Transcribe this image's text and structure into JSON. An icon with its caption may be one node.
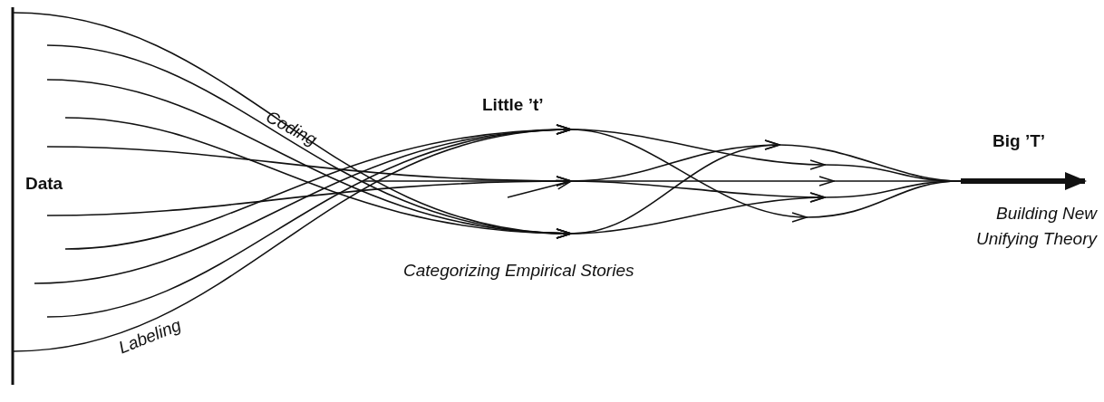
{
  "diagram": {
    "labels": [
      "Data",
      "Coding",
      "Little ’t’",
      "Categorizing Empirical Stories",
      "Labeling",
      "Big ’T’",
      "Building New Unifying Theory"
    ]
  }
}
